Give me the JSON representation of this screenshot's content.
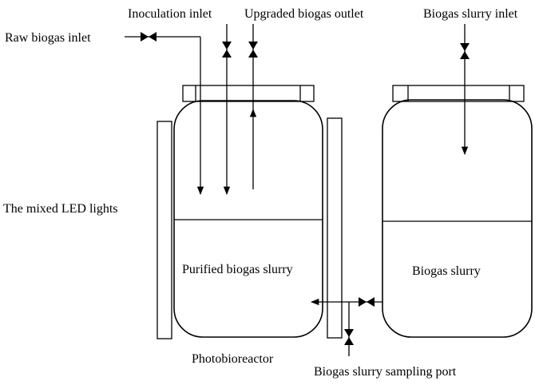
{
  "labels": {
    "inoculation_inlet": "Inoculation inlet",
    "upgraded_biogas_outlet": "Upgraded biogas outlet",
    "biogas_slurry_inlet": "Biogas slurry inlet",
    "raw_biogas_inlet": "Raw biogas inlet",
    "mixed_led_lights": "The mixed LED lights",
    "purified_biogas_slurry": "Purified biogas slurry",
    "biogas_slurry": "Biogas slurry",
    "photobioreactor": "Photobioreactor",
    "sampling_port": "Biogas slurry sampling port"
  }
}
